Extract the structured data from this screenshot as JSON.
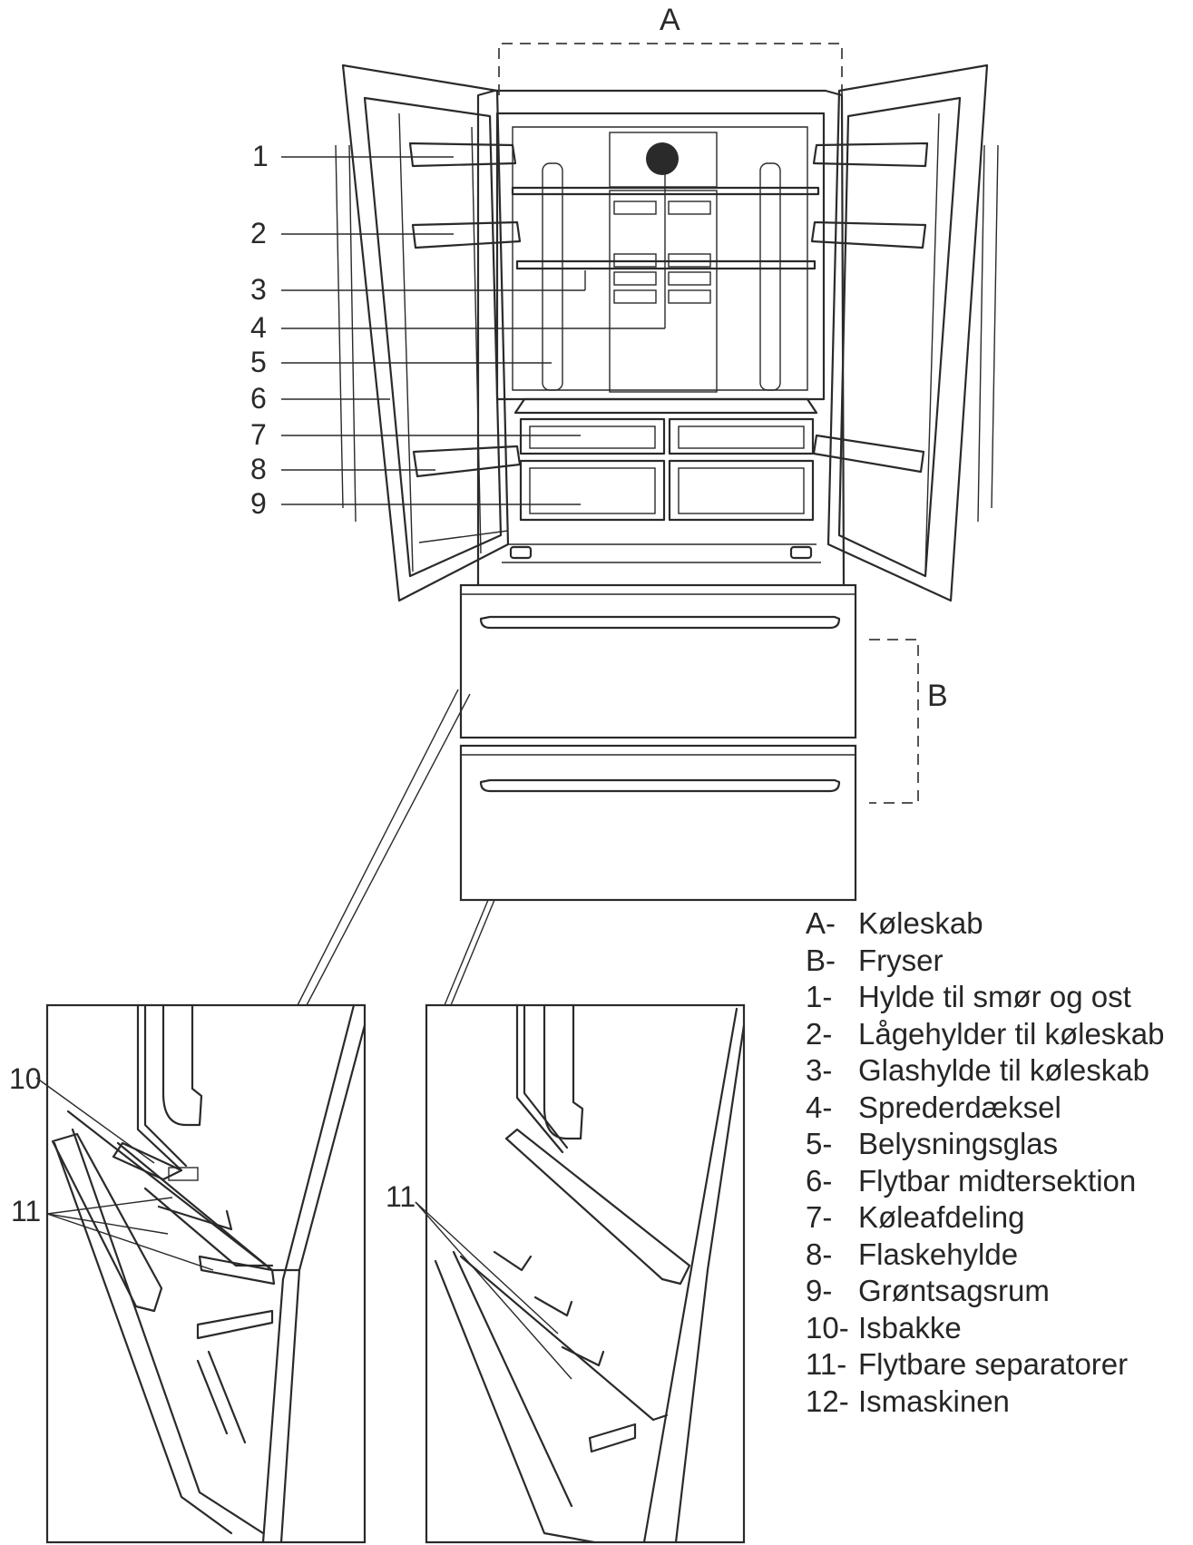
{
  "callouts": {
    "A": "A",
    "B": "B",
    "n1": "1",
    "n2": "2",
    "n3": "3",
    "n4": "4",
    "n5": "5",
    "n6": "6",
    "n7": "7",
    "n8": "8",
    "n9": "9",
    "n10": "10",
    "n11a": "11",
    "n11b": "11"
  },
  "legend": [
    {
      "code": "A-",
      "text": "Køleskab"
    },
    {
      "code": "B-",
      "text": "Fryser"
    },
    {
      "code": "1-",
      "text": "Hylde til smør og ost"
    },
    {
      "code": "2-",
      "text": "Lågehylder til køleskab"
    },
    {
      "code": "3-",
      "text": "Glashylde til køleskab"
    },
    {
      "code": "4-",
      "text": "Sprederdæksel"
    },
    {
      "code": "5-",
      "text": "Belysningsglas"
    },
    {
      "code": "6-",
      "text": "Flytbar midtersektion"
    },
    {
      "code": "7-",
      "text": "Køleafdeling"
    },
    {
      "code": "8-",
      "text": "Flaskehylde"
    },
    {
      "code": "9-",
      "text": "Grøntsagsrum"
    },
    {
      "code": "10-",
      "text": "Isbakke"
    },
    {
      "code": "11-",
      "text": "Flytbare separatorer"
    },
    {
      "code": "12-",
      "text": "Ismaskinen"
    }
  ]
}
